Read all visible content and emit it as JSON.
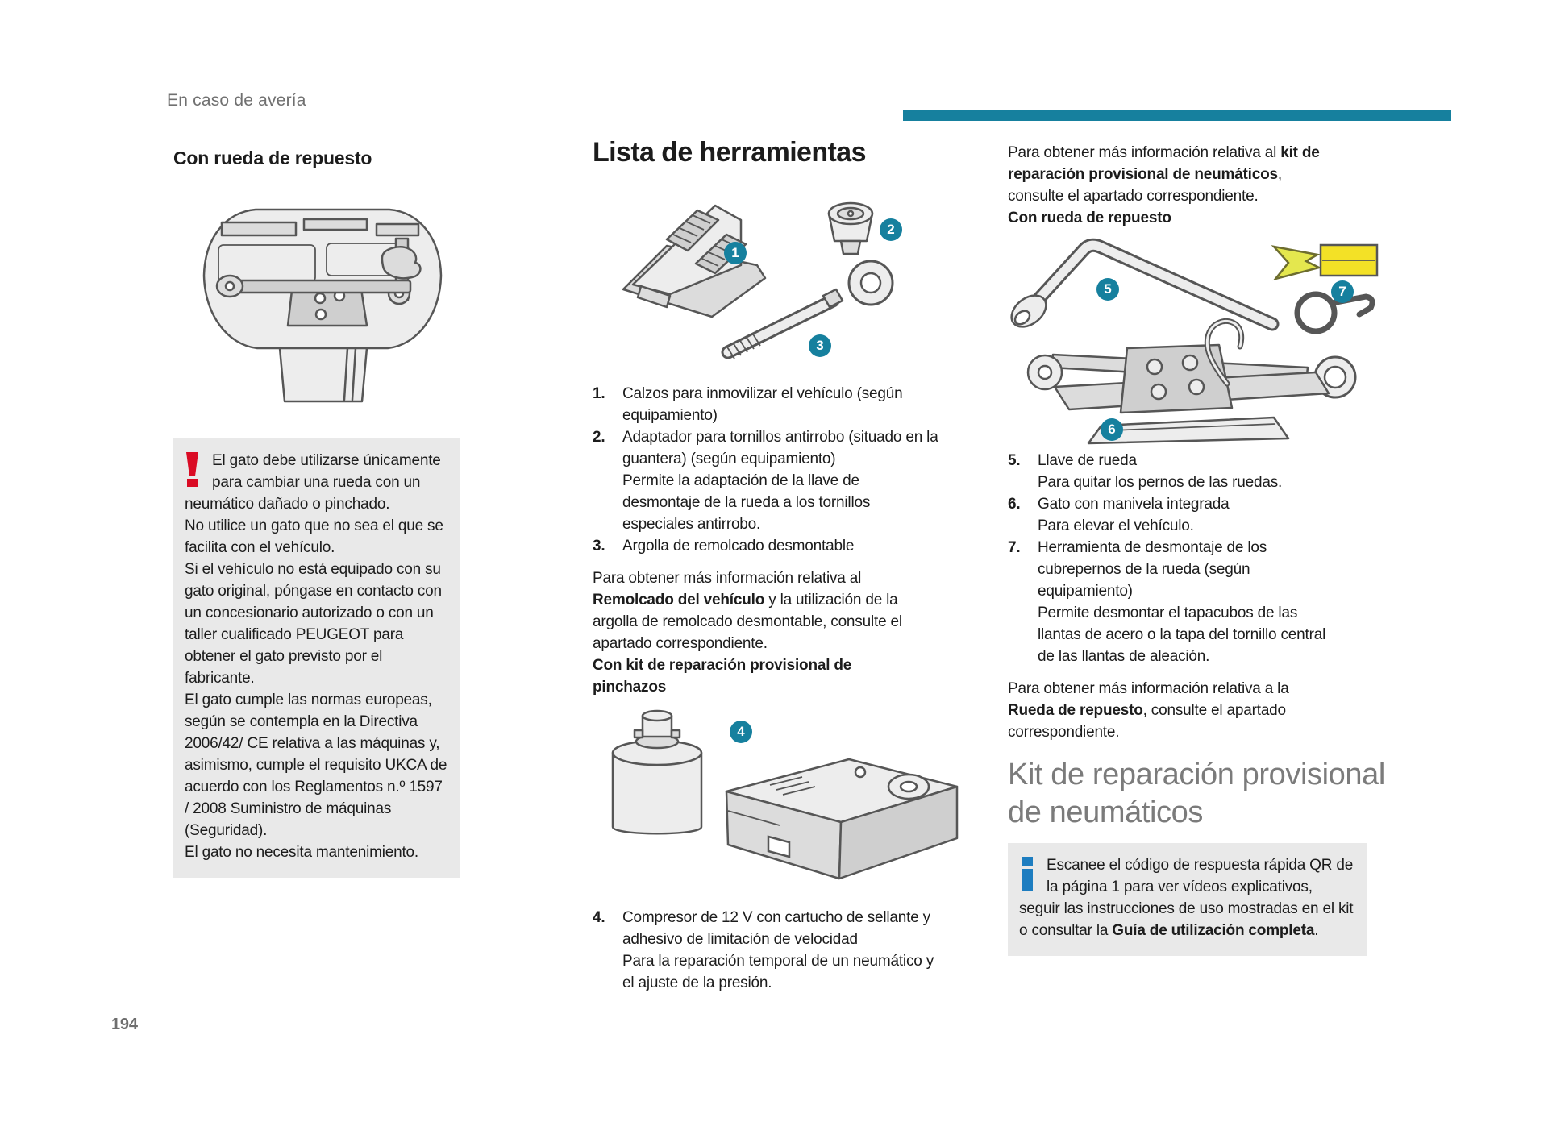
{
  "page": {
    "header": "En caso de avería",
    "page_number": "194",
    "colors": {
      "accent_teal": "#16809e",
      "warning_red": "#da0b24",
      "info_blue": "#1d7dc0",
      "section_heading_gray": "#7b7b7b",
      "note_background": "#e9e9e9"
    }
  },
  "left": {
    "heading": "Con rueda de repuesto",
    "illustration": "tool-stowage-tray",
    "warning": {
      "icon": "warning-exclamation-icon",
      "paragraphs": [
        "El gato debe utilizarse únicamente para cambiar una rueda con un neumático dañado o pinchado.",
        "No utilice un gato que no sea el que se facilita con el vehículo.",
        "Si el vehículo no está equipado con su gato original, póngase en contacto con un concesionario autorizado o con un taller cualificado PEUGEOT para obtener el gato previsto por el fabricante.",
        "El gato cumple las normas europeas, según se contempla en la Directiva 2006/42/ CE relativa a las máquinas y, asimismo, cumple el requisito UKCA de acuerdo con los Reglamentos n.º 1597 / 2008 Suministro de máquinas (Seguridad).",
        "El gato no necesita mantenimiento."
      ]
    }
  },
  "middle": {
    "heading": "Lista de herramientas",
    "tools_illustration": "wheel-chock-adapter-and-tow-eye",
    "tools_badges": [
      "1",
      "2",
      "3"
    ],
    "list": [
      {
        "num": "1.",
        "lines": [
          "Calzos para inmovilizar el vehículo (según equipamiento)"
        ]
      },
      {
        "num": "2.",
        "lines": [
          "Adaptador para tornillos antirrobo (situado en la guantera) (según equipamiento)",
          "Permite la adaptación de la llave de desmontaje de la rueda a los tornillos especiales antirrobo."
        ]
      },
      {
        "num": "3.",
        "lines": [
          "Argolla de remolcado desmontable"
        ]
      }
    ],
    "towing_paragraph": {
      "pre": "Para obtener más información relativa al ",
      "bold": "Remolcado del vehículo",
      "post": " y la utilización de la argolla de remolcado desmontable, consulte el apartado correspondiente."
    },
    "subheading": "Con kit de reparación provisional de pinchazos",
    "kit_illustration": "sealant-canister-and-compressor",
    "kit_badges": [
      "4"
    ],
    "kit_list": [
      {
        "num": "4.",
        "lines": [
          "Compresor de 12 V con cartucho de sellante y adhesivo de limitación de velocidad",
          "Para la reparación temporal de un neumático y el ajuste de la presión."
        ]
      }
    ]
  },
  "right": {
    "intro_paragraph": {
      "pre": "Para obtener más información relativa al ",
      "bold": "kit de reparación provisional de neumáticos",
      "post": ", consulte el apartado correspondiente."
    },
    "subheading": "Con rueda de repuesto",
    "wheel_illustration": "lug-wrench-scissor-jack-and-hubcap-tool",
    "wheel_badges": [
      "5",
      "6",
      "7"
    ],
    "list": [
      {
        "num": "5.",
        "lines": [
          "Llave de rueda",
          "Para quitar los pernos de las ruedas."
        ]
      },
      {
        "num": "6.",
        "lines": [
          "Gato con manivela integrada",
          "Para elevar el vehículo."
        ]
      },
      {
        "num": "7.",
        "lines": [
          "Herramienta de desmontaje de los cubrepernos de la rueda (según equipamiento)",
          "Permite desmontar el tapacubos de las llantas de acero o la tapa del tornillo central de las llantas de aleación."
        ]
      }
    ],
    "spare_paragraph": {
      "pre": "Para obtener más información relativa a la ",
      "bold": "Rueda de repuesto",
      "post": ", consulte el apartado correspondiente."
    },
    "section_heading": "Kit de reparación provisional de neumáticos",
    "info": {
      "icon": "info-icon",
      "pre": "Escanee el código de respuesta rápida QR de la página 1 para ver vídeos explicativos, seguir las instrucciones de uso mostradas en el kit o consultar la ",
      "bold": "Guía de utilización completa",
      "post": "."
    }
  }
}
